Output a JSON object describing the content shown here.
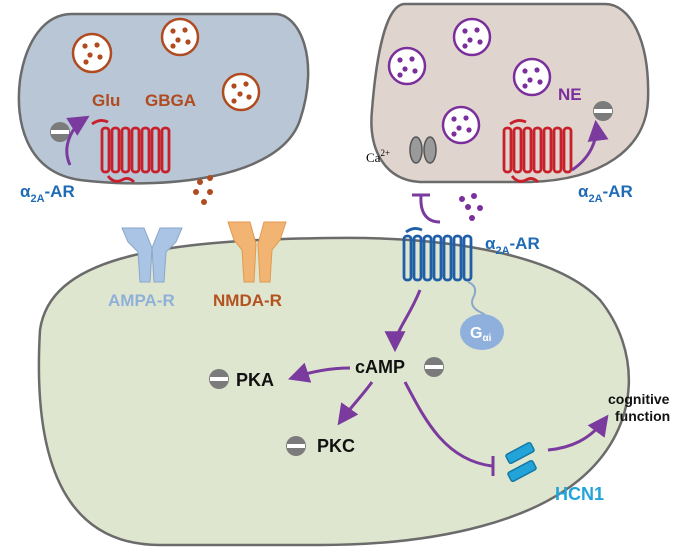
{
  "presynaptic_left": {
    "glutamate": "Glu",
    "gaba": "GBGA",
    "receptor_prefix": "α",
    "receptor_sub": "2A",
    "receptor_suffix": "-AR"
  },
  "presynaptic_right": {
    "ne": "NE",
    "calcium_base": "Ca",
    "calcium_sup": "2+",
    "receptor_prefix": "α",
    "receptor_sub": "2A",
    "receptor_suffix": "-AR"
  },
  "postsynaptic": {
    "ampa": "AMPA-R",
    "nmda": "NMDA-R",
    "receptor_prefix": "α",
    "receptor_sub": "2A",
    "receptor_suffix": "-AR",
    "g_protein_base": "G",
    "g_protein_sub": "αi",
    "camp": "cAMP",
    "pka": "PKA",
    "pkc": "PKC",
    "hcn1": "HCN1",
    "cognitive_line1": "cognitive",
    "cognitive_line2": "function"
  },
  "colors": {
    "left_terminal": "#b8c6d6",
    "right_terminal": "#e0d5ce",
    "postsynaptic": "#dfe6d0",
    "outline": "#6b6b6b",
    "glu_red": "#b04a1f",
    "ne_purple": "#7a2f9c",
    "arrow_purple": "#7a3a9e",
    "alpha_blue": "#1f6bb5",
    "ampa_blue": "#a9c4e4",
    "nmda_orange": "#f2b472",
    "nmda_text": "#b3521e",
    "hcn_cyan": "#23a4d8",
    "receptor_red": "#c8202b",
    "receptor_blue": "#1f5fa8"
  }
}
